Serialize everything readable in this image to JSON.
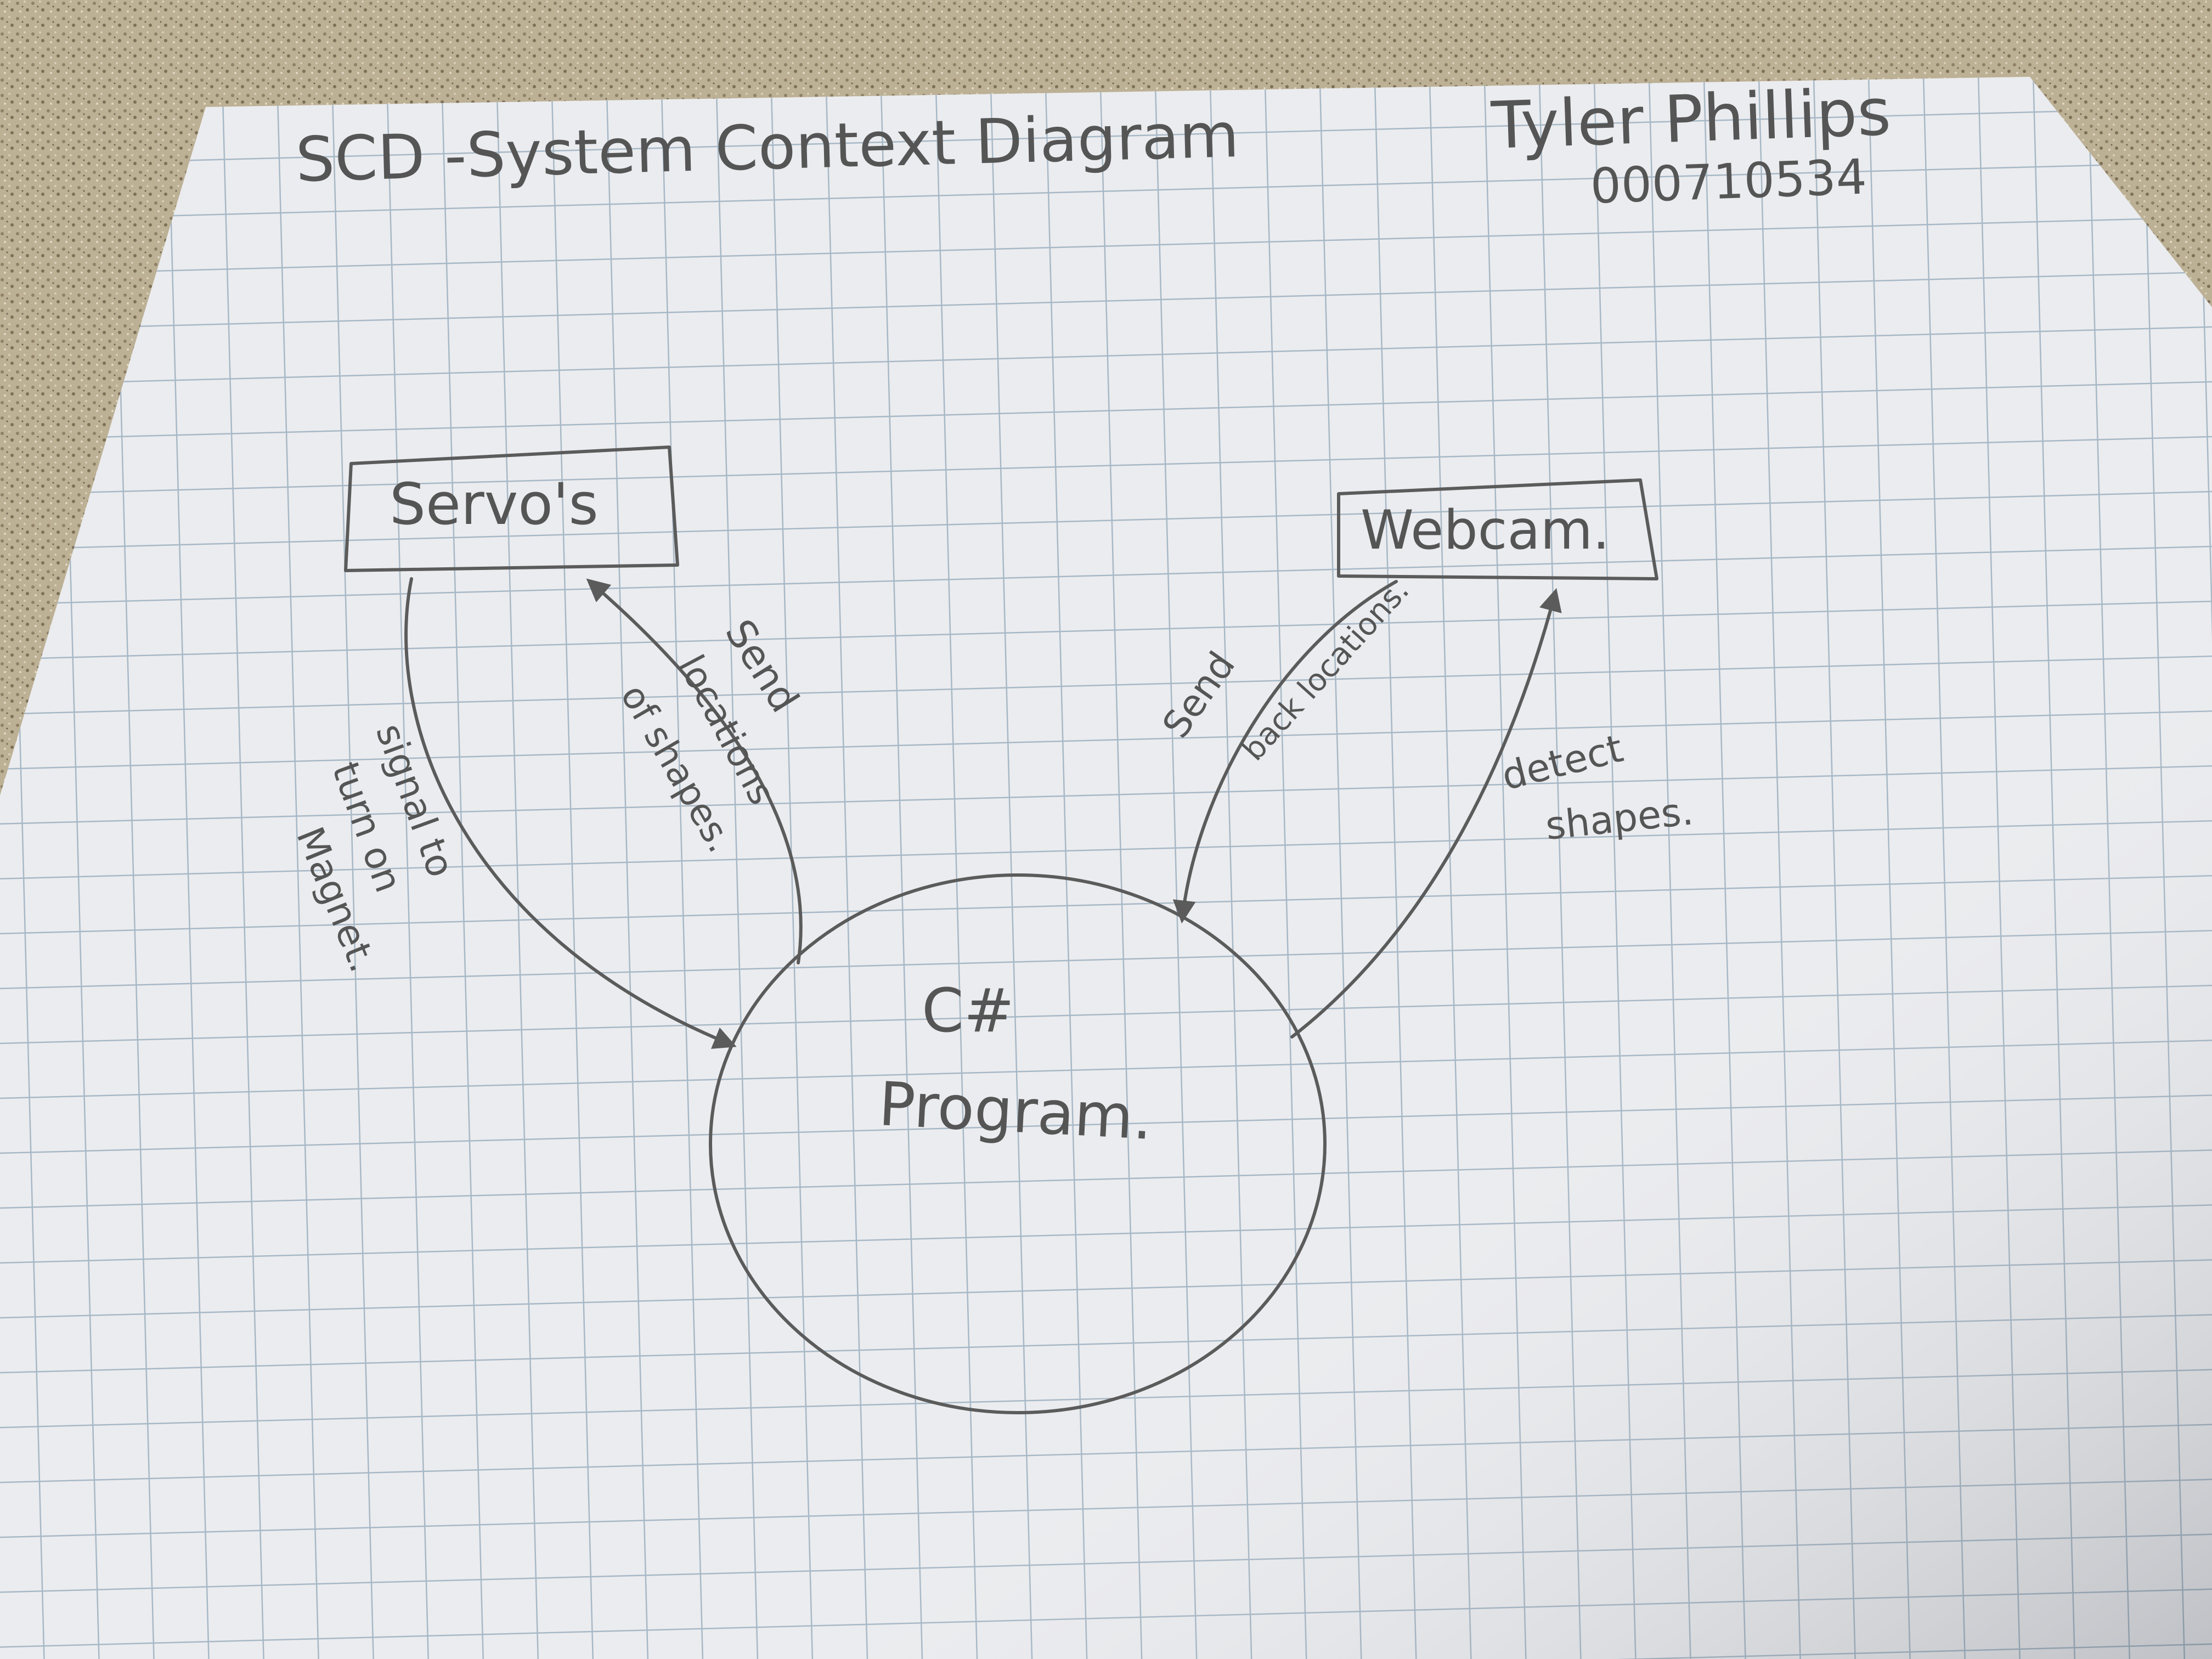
{
  "diagram": {
    "title": "SCD -System Context Diagram",
    "author": {
      "name": "Tyler Phillips",
      "id": "000710534"
    },
    "nodes": {
      "servos": {
        "label": "Servo's"
      },
      "webcam": {
        "label": "Webcam."
      },
      "program": {
        "label_line1": "C#",
        "label_line2": "Program."
      }
    },
    "flows": {
      "program_to_servos": {
        "line1": "Send",
        "line2": "locations",
        "line3": "of shapes."
      },
      "servos_to_program": {
        "line1": "signal to",
        "line2": "turn on",
        "line3": "Magnet."
      },
      "webcam_to_program": {
        "line1": "Send",
        "line2": "back locations."
      },
      "program_to_webcam": {
        "line1": "detect",
        "line2": "shapes."
      }
    }
  },
  "colors": {
    "paper": "#ebecef",
    "grid": "#a7b8c6",
    "pencil": "#5b5b5b",
    "counter": "#b9ad92"
  }
}
